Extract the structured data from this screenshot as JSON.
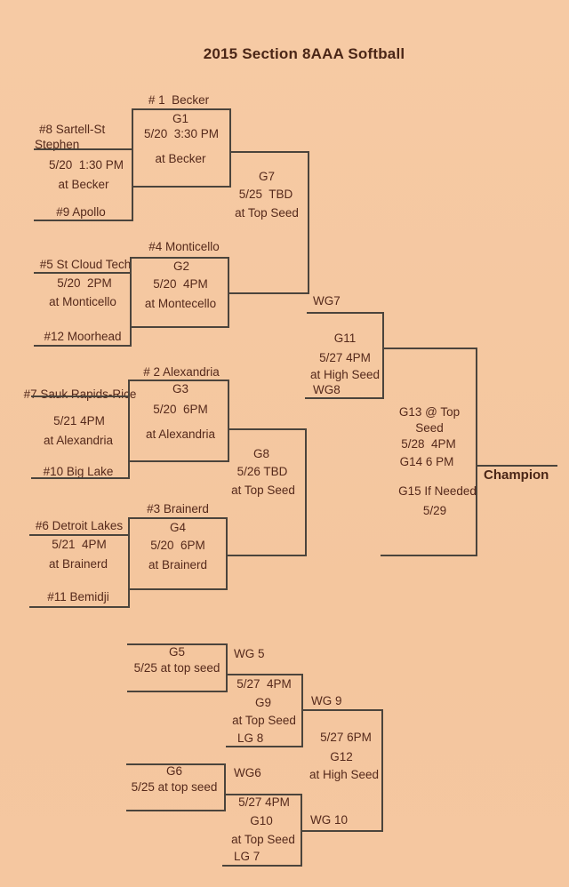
{
  "title": "2015 Section 8AAA Softball",
  "colors": {
    "paper": "#f5c8a1",
    "ink": "#55291b",
    "line": "#4b443c"
  },
  "winners_bracket": {
    "play_in_games": [
      {
        "team_top": "#8 Sartell-St",
        "team_top_line2": "Stephen",
        "datetime": "5/20  1:30 PM",
        "venue": "at Becker",
        "team_bottom": "#9 Apollo"
      },
      {
        "team_top": "#5 St Cloud Tech",
        "datetime": "5/20  2PM",
        "venue": "at Monticello",
        "team_bottom": "#12 Moorhead"
      },
      {
        "team_top": "#7 Sauk Rapids-Rice",
        "datetime": "5/21 4PM",
        "venue": "at Alexandria",
        "team_bottom": "#10 Big Lake"
      },
      {
        "team_top": "#6 Detroit Lakes",
        "datetime": "5/21  4PM",
        "venue": "at Brainerd",
        "team_bottom": "#11 Bemidji"
      }
    ],
    "quarterfinals": [
      {
        "seed": "# 1  Becker",
        "game": "G1",
        "datetime": "5/20  3:30 PM",
        "venue": "at Becker"
      },
      {
        "seed": "#4 Monticello",
        "game": "G2",
        "datetime": "5/20  4PM",
        "venue": "at Montecello"
      },
      {
        "seed": "# 2 Alexandria",
        "game": "G3",
        "datetime": "5/20  6PM",
        "venue": "at Alexandria"
      },
      {
        "seed": "#3 Brainerd",
        "game": "G4",
        "datetime": "5/20  6PM",
        "venue": "at Brainerd"
      }
    ],
    "semifinals": [
      {
        "game": "G7",
        "datetime": "5/25  TBD",
        "venue": "at Top Seed"
      },
      {
        "game": "G8",
        "datetime": "5/26 TBD",
        "venue": "at Top Seed"
      }
    ],
    "final": {
      "slot_top": "WG7",
      "game": "G11",
      "datetime": "5/27 4PM",
      "venue": "at High Seed",
      "slot_bottom": "WG8"
    }
  },
  "championship": {
    "line1": "G13 @ Top",
    "line2": "Seed",
    "line3": "5/28  4PM",
    "line4": "G14 6 PM",
    "line5": "G15 If Needed",
    "line6": "5/29",
    "champion_label": "Champion"
  },
  "losers_bracket": {
    "g5": {
      "game": "G5",
      "detail": "5/25 at top seed"
    },
    "g6": {
      "game": "G6",
      "detail": "5/25 at top seed"
    },
    "g9": {
      "slot_top": "WG 5",
      "datetime": "5/27  4PM",
      "game": "G9",
      "venue": "at Top Seed",
      "slot_bottom": "LG 8"
    },
    "g10": {
      "slot_top": "WG6",
      "datetime": "5/27 4PM",
      "game": "G10",
      "venue": "at Top Seed",
      "slot_bottom": "LG 7"
    },
    "g12": {
      "slot_top": "WG 9",
      "datetime": "5/27 6PM",
      "game": "G12",
      "venue": "at High Seed",
      "slot_bottom": "WG 10"
    }
  }
}
